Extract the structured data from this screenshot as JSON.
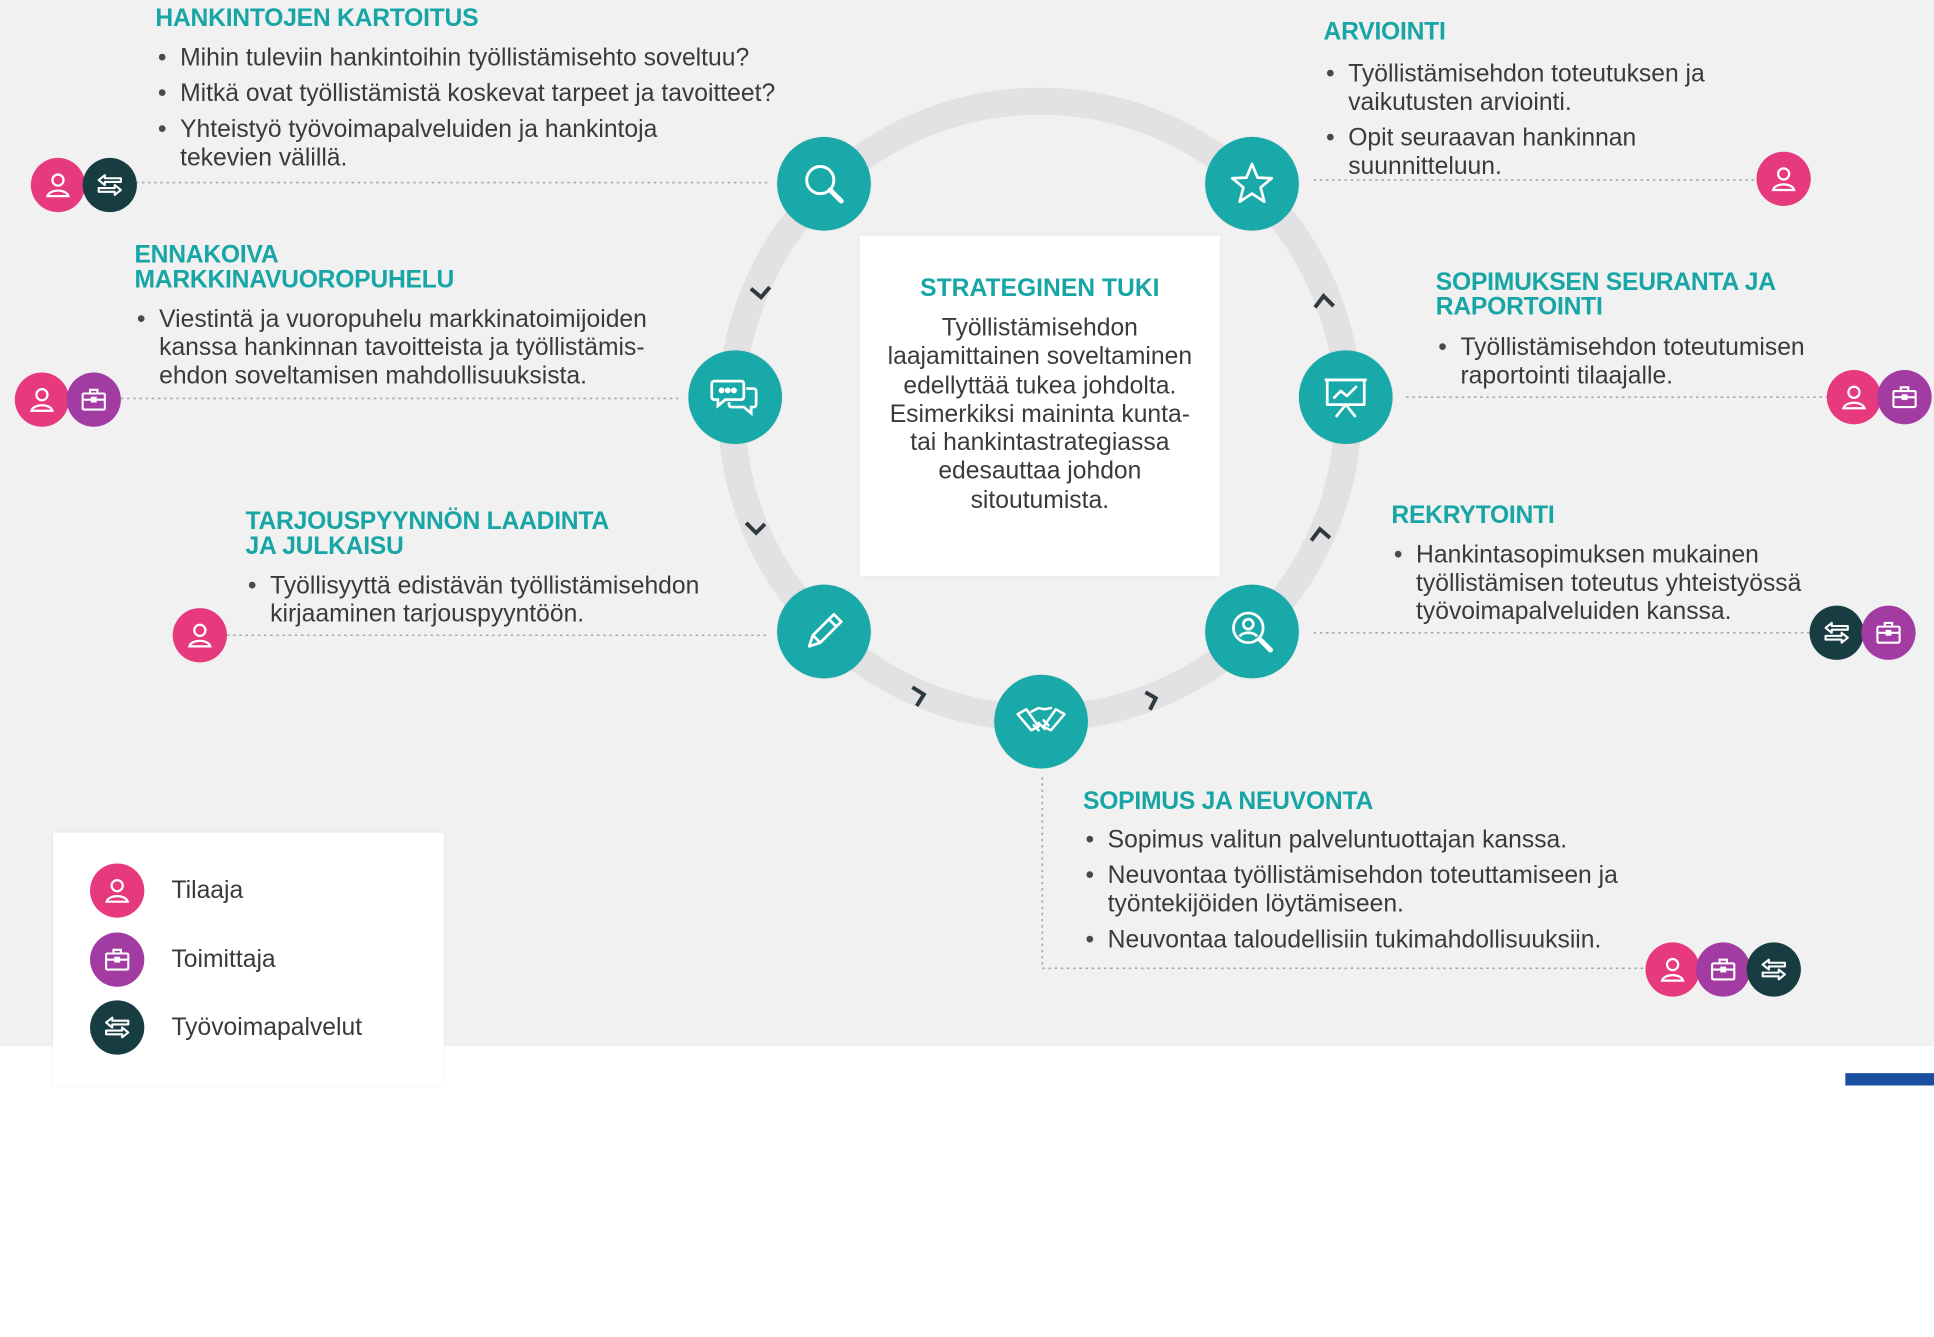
{
  "center": {
    "title": "STRATEGINEN TUKI",
    "text": "Työllistämisehdon laajamittainen soveltaminen edellyttää tukea johdolta. Esimerkiksi maininta kunta- tai hankintastrategiassa edesauttaa johdon sitoutumista."
  },
  "stages": {
    "kartoitus": {
      "title": "HANKINTOJEN KARTOITUS",
      "bullets": [
        "Mihin tuleviin hankintoihin työllistämisehto soveltuu?",
        "Mitkä ovat työllistämistä koskevat tarpeet ja tavoitteet?",
        "Yhteistyö työvoimapalveluiden ja hankintoja tekevien välillä."
      ],
      "icon": "search-icon",
      "roles": [
        "Tilaaja",
        "Työvoimapalvelut"
      ]
    },
    "vuoropuhelu": {
      "title_line1": "ENNAKOIVA",
      "title_line2": "MARKKINAVUOROPUHELU",
      "bullets": [
        "Viestintä ja vuoropuhelu markkinatoimijoiden kanssa hankinnan tavoitteista ja työllistämis-ehdon soveltamisen mahdollisuuksista."
      ],
      "icon": "chat-icon",
      "roles": [
        "Tilaaja",
        "Toimittaja"
      ]
    },
    "tarjouspyynto": {
      "title_line1": "TARJOUSPYYNNÖN LAADINTA",
      "title_line2": "JA JULKAISU",
      "bullets": [
        "Työllisyyttä edistävän työllistämisehdon kirjaaminen tarjouspyyntöön."
      ],
      "icon": "pen-icon",
      "roles": [
        "Tilaaja"
      ]
    },
    "sopimus": {
      "title": "SOPIMUS JA NEUVONTA",
      "bullets": [
        "Sopimus valitun palveluntuottajan kanssa.",
        "Neuvontaa työllistämisehdon toteuttamiseen ja työntekijöiden löytämiseen.",
        "Neuvontaa taloudellisiin tukimahdollisuuksiin."
      ],
      "icon": "handshake-icon",
      "roles": [
        "Tilaaja",
        "Toimittaja",
        "Työvoimapalvelut"
      ]
    },
    "rekrytointi": {
      "title": "REKRYTOINTI",
      "bullets": [
        "Hankintasopimuksen mukainen työllistämisen toteutus yhteistyössä työvoimapalveluiden kanssa."
      ],
      "icon": "person-search-icon",
      "roles": [
        "Työvoimapalvelut",
        "Toimittaja"
      ]
    },
    "seuranta": {
      "title_line1": "SOPIMUKSEN SEURANTA JA",
      "title_line2": "RAPORTOINTI",
      "bullets": [
        "Työllistämisehdon toteutumisen raportointi tilaajalle."
      ],
      "icon": "presentation-icon",
      "roles": [
        "Tilaaja",
        "Toimittaja"
      ]
    },
    "arviointi": {
      "title": "ARVIOINTI",
      "bullets": [
        "Työllistämisehdon toteutuksen ja vaikutusten arviointi.",
        "Opit seuraavan hankinnan suunnitteluun."
      ],
      "icon": "star-icon",
      "roles": [
        "Tilaaja"
      ]
    }
  },
  "legend": [
    {
      "label": "Tilaaja",
      "icon": "person-icon",
      "color": "#e6397e"
    },
    {
      "label": "Toimittaja",
      "icon": "briefcase-icon",
      "color": "#a23ca3"
    },
    {
      "label": "Työvoimapalvelut",
      "icon": "exchange-icon",
      "color": "#173d43"
    }
  ],
  "colors": {
    "accent": "#19a9a9",
    "tilaaja": "#e6397e",
    "toimittaja": "#a23ca3",
    "tyovoimapalvelut": "#173d43"
  }
}
